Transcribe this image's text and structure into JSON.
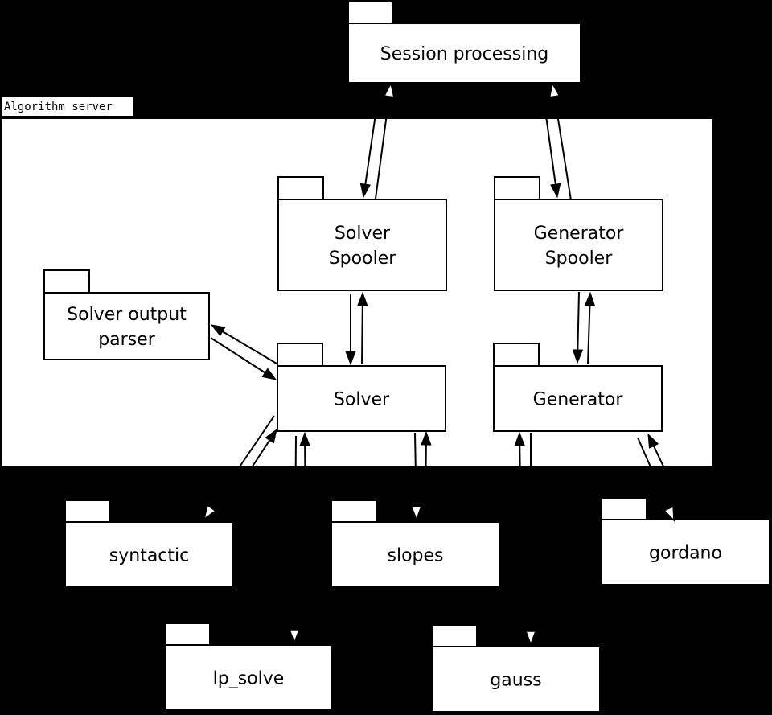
{
  "container": {
    "label": "Algorithm server"
  },
  "packages": {
    "session": {
      "lines": [
        "Session processing"
      ]
    },
    "solver_spooler": {
      "lines": [
        "Solver",
        "Spooler"
      ]
    },
    "generator_spooler": {
      "lines": [
        "Generator",
        "Spooler"
      ]
    },
    "output_parser": {
      "lines": [
        "Solver output",
        "parser"
      ]
    },
    "solver": {
      "lines": [
        "Solver"
      ]
    },
    "generator": {
      "lines": [
        "Generator"
      ]
    },
    "syntactic": {
      "lines": [
        "syntactic"
      ]
    },
    "slopes": {
      "lines": [
        "slopes"
      ]
    },
    "gordano": {
      "lines": [
        "gordano"
      ]
    },
    "lp_solve": {
      "lines": [
        "lp_solve"
      ]
    },
    "gauss": {
      "lines": [
        "gauss"
      ]
    }
  },
  "connections": [
    {
      "from": "session",
      "to": "solver_spooler",
      "head": "filled"
    },
    {
      "from": "solver_spooler",
      "to": "session",
      "head": "open"
    },
    {
      "from": "session",
      "to": "generator_spooler",
      "head": "filled"
    },
    {
      "from": "generator_spooler",
      "to": "session",
      "head": "open"
    },
    {
      "from": "solver_spooler",
      "to": "solver",
      "head": "filled"
    },
    {
      "from": "solver",
      "to": "solver_spooler",
      "head": "filled"
    },
    {
      "from": "generator_spooler",
      "to": "generator",
      "head": "filled"
    },
    {
      "from": "generator",
      "to": "generator_spooler",
      "head": "filled"
    },
    {
      "from": "solver",
      "to": "output_parser",
      "head": "filled"
    },
    {
      "from": "output_parser",
      "to": "solver",
      "head": "filled"
    },
    {
      "from": "solver",
      "to": "syntactic",
      "head": "open"
    },
    {
      "from": "syntactic",
      "to": "solver",
      "head": "filled"
    },
    {
      "from": "solver",
      "to": "lp_solve",
      "head": "open"
    },
    {
      "from": "lp_solve",
      "to": "solver",
      "head": "filled"
    },
    {
      "from": "solver",
      "to": "slopes",
      "head": "open"
    },
    {
      "from": "slopes",
      "to": "solver",
      "head": "filled"
    },
    {
      "from": "generator",
      "to": "gauss",
      "head": "open"
    },
    {
      "from": "gauss",
      "to": "generator",
      "head": "filled"
    },
    {
      "from": "generator",
      "to": "gordano",
      "head": "open"
    },
    {
      "from": "gordano",
      "to": "generator",
      "head": "filled"
    }
  ]
}
